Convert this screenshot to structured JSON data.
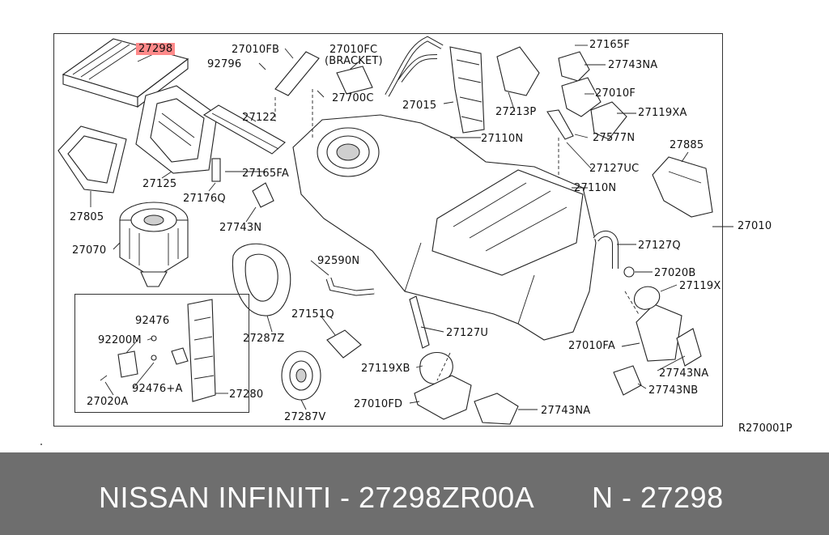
{
  "diagram": {
    "highlight_color": "#ff8a8a",
    "footer_color": "#6e6e6e",
    "labels": {
      "l27298": "27298",
      "l27010FB": "27010FB",
      "l27010FC": "27010FC",
      "lBracket": "(BRACKET)",
      "l92796": "92796",
      "l27165F": "27165F",
      "l27743NA_top": "27743NA",
      "l27010F": "27010F",
      "l27119XA": "27119XA",
      "l27700C": "27700C",
      "l27015": "27015",
      "l27213P": "27213P",
      "l27122": "27122",
      "l27110N_1": "27110N",
      "l27577N": "27577N",
      "l27885": "27885",
      "l27125": "27125",
      "l27165FA": "27165FA",
      "l27127UC": "27127UC",
      "l27176Q": "27176Q",
      "l27110N_2": "27110N",
      "l27805": "27805",
      "l27743N": "27743N",
      "l27010": "27010",
      "l27070": "27070",
      "l27127Q": "27127Q",
      "l92590N": "92590N",
      "l27020B": "27020B",
      "l27119X": "27119X",
      "l92476": "92476",
      "l27151Q": "27151Q",
      "l92200M": "92200M",
      "l27287Z": "27287Z",
      "l27127U": "27127U",
      "l27010FA": "27010FA",
      "l27119XB": "27119XB",
      "l27743NA_mid": "27743NA",
      "l92476A": "92476+A",
      "l27280": "27280",
      "l27743NB": "27743NB",
      "l27020A": "27020A",
      "l27010FD": "27010FD",
      "l27743NA_bot": "27743NA",
      "l27287V": "27287V"
    },
    "ref_code": "R270001P"
  },
  "footer": {
    "left_text": "NISSAN INFINITI - 27298ZR00A",
    "right_text": "N - 27298"
  }
}
